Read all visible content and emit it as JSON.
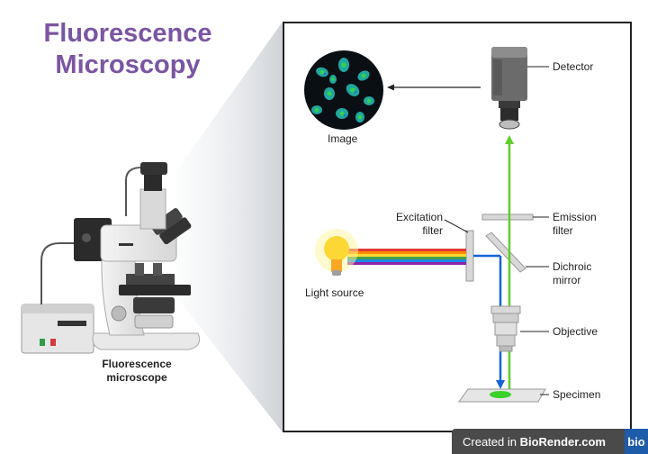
{
  "title_line1": "Fluorescence",
  "title_line2": "Microscopy",
  "microscope_caption_line1": "Fluorescence",
  "microscope_caption_line2": "microscope",
  "labels": {
    "detector": "Detector",
    "image": "Image",
    "excitation_filter_line1": "Excitation",
    "excitation_filter_line2": "filter",
    "emission_filter_line1": "Emission",
    "emission_filter_line2": "filter",
    "light_source": "Light source",
    "dichroic_line1": "Dichroic",
    "dichroic_line2": "mirror",
    "objective": "Objective",
    "specimen": "Specimen"
  },
  "badge": {
    "prefix": "Created in ",
    "brand": "BioRender.com",
    "logo": "bio"
  },
  "colors": {
    "title": "#7b55a3",
    "excitation_beam": "#1565d8",
    "emission_beam": "#5ecf2a",
    "badge_bg": "#4a4a4a",
    "badge_logo": "#1e5ba8"
  }
}
